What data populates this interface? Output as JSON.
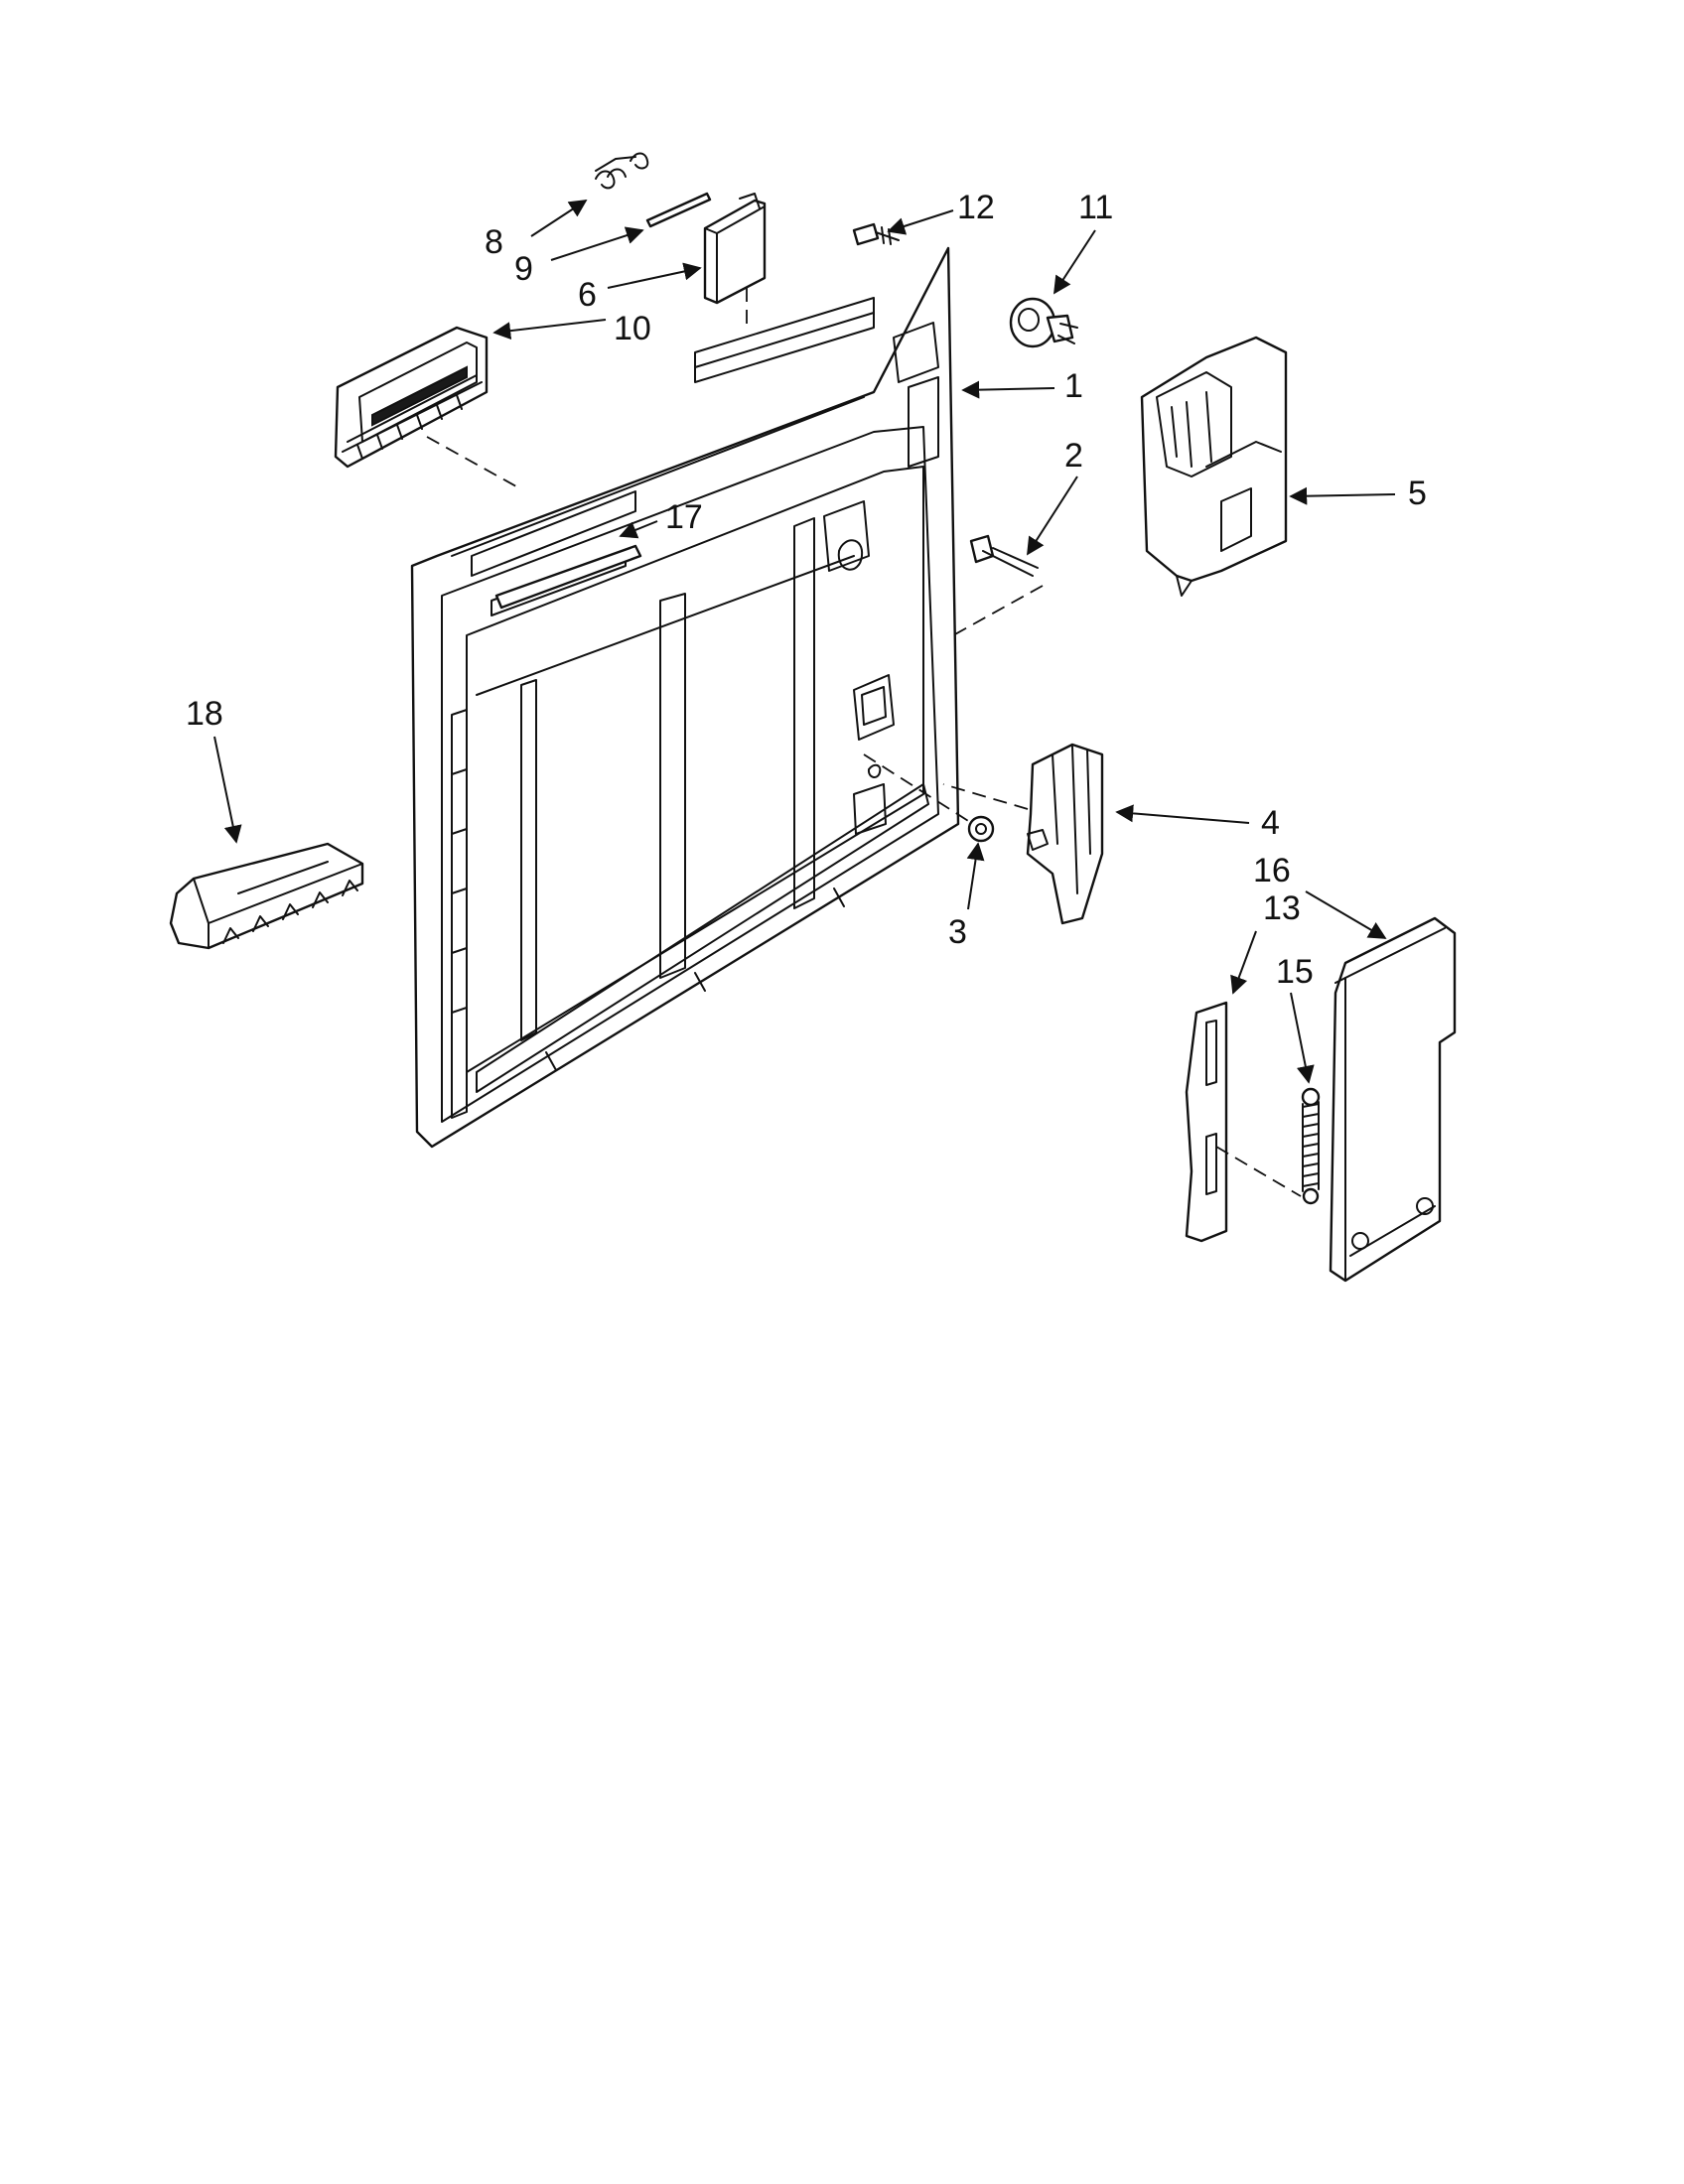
{
  "diagram": {
    "callouts": [
      {
        "id": "c1",
        "label": "1"
      },
      {
        "id": "c2",
        "label": "2"
      },
      {
        "id": "c3",
        "label": "3"
      },
      {
        "id": "c4",
        "label": "4"
      },
      {
        "id": "c5",
        "label": "5"
      },
      {
        "id": "c6",
        "label": "6"
      },
      {
        "id": "c8",
        "label": "8"
      },
      {
        "id": "c9",
        "label": "9"
      },
      {
        "id": "c10",
        "label": "10"
      },
      {
        "id": "c11",
        "label": "11"
      },
      {
        "id": "c12",
        "label": "12"
      },
      {
        "id": "c13",
        "label": "13"
      },
      {
        "id": "c15",
        "label": "15"
      },
      {
        "id": "c16",
        "label": "16"
      },
      {
        "id": "c17",
        "label": "17"
      },
      {
        "id": "c18",
        "label": "18"
      }
    ]
  }
}
